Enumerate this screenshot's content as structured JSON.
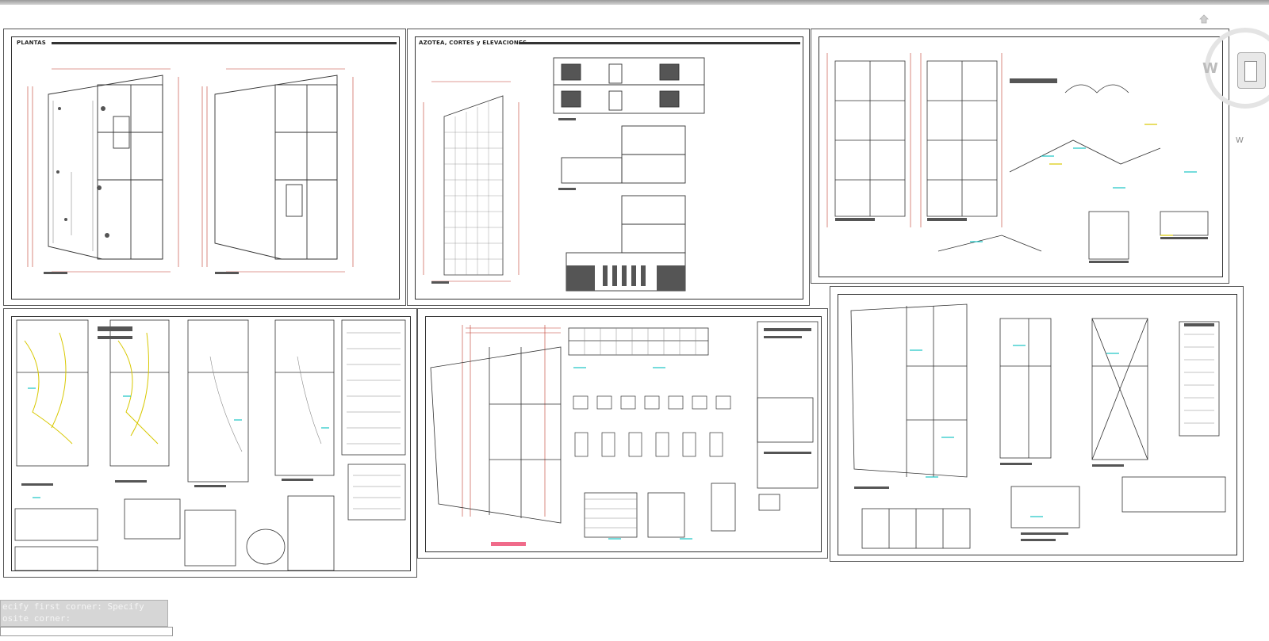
{
  "app": {
    "name": "CAD drawing viewport",
    "colors": {
      "background": "#ffffff",
      "linework": "#333333",
      "dimension_red": "#c0392b",
      "highlight_cyan": "#19c5c5",
      "highlight_yellow": "#d8c800",
      "accent_pink": "#f06b8a"
    }
  },
  "sheets": {
    "plantas_title": "PLANTAS",
    "azotea_title": "AZOTEA, CORTES y ELEVACIONES"
  },
  "viewcube": {
    "compass_label": "W",
    "side_label": "W",
    "icons": [
      "home-icon",
      "viewcube-icon"
    ]
  },
  "command_line": {
    "line1": "ecify first corner: Specify",
    "line2": "osite corner:",
    "input_value": ""
  }
}
